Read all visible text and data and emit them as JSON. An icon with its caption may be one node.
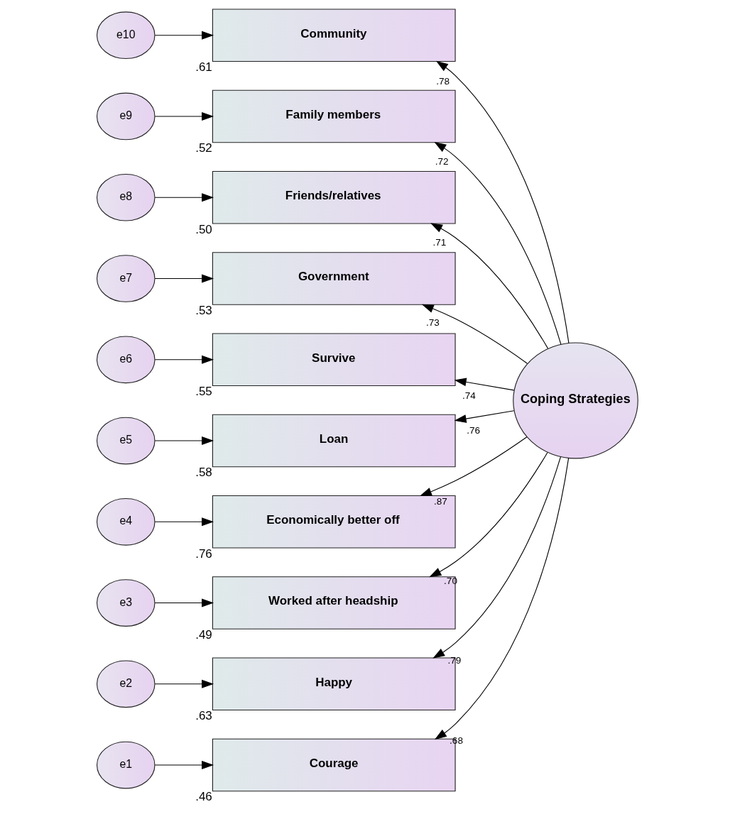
{
  "diagram": {
    "nodes": [
      {
        "text": [
          "e10"
        ]
      },
      {
        "text": [
          "Community"
        ],
        "beside": [
          ".61"
        ]
      },
      {
        "text": [
          "e9"
        ]
      },
      {
        "text": [
          "Family members"
        ],
        "beside": [
          ".52"
        ]
      },
      {
        "text": [
          "e8"
        ]
      },
      {
        "text": [
          "Friends/relatives"
        ],
        "beside": [
          ".50"
        ]
      },
      {
        "text": [
          "e7"
        ]
      },
      {
        "text": [
          "Government"
        ],
        "beside": [
          ".53"
        ]
      },
      {
        "text": [
          "e6"
        ]
      },
      {
        "text": [
          "Survive"
        ],
        "beside": [
          ".55"
        ]
      },
      {
        "text": [
          "e5"
        ]
      },
      {
        "text": [
          "Loan"
        ],
        "beside": [
          ".58"
        ]
      },
      {
        "text": [
          "e4"
        ]
      },
      {
        "text": [
          "Economically better off"
        ],
        "beside": [
          ".76"
        ]
      },
      {
        "text": [
          "e3"
        ]
      },
      {
        "text": [
          "Worked after headship"
        ],
        "beside": [
          ".49"
        ]
      },
      {
        "text": [
          "e2"
        ]
      },
      {
        "text": [
          "Happy"
        ],
        "beside": [
          ".63"
        ]
      },
      {
        "text": [
          "e1"
        ]
      },
      {
        "text": [
          "Courage"
        ],
        "beside": [
          ".46"
        ]
      },
      {
        "text": [
          "Coping Strategies"
        ]
      }
    ],
    "edges": [
      {
        "from": 0,
        "to": 1,
        "arrow": "to"
      },
      {
        "from": 2,
        "to": 3,
        "arrow": "to"
      },
      {
        "from": 4,
        "to": 5,
        "arrow": "to"
      },
      {
        "from": 6,
        "to": 7,
        "arrow": "to"
      },
      {
        "from": 8,
        "to": 9,
        "arrow": "to"
      },
      {
        "from": 10,
        "to": 11,
        "arrow": "to"
      },
      {
        "from": 12,
        "to": 13,
        "arrow": "to"
      },
      {
        "from": 14,
        "to": 15,
        "arrow": "to"
      },
      {
        "from": 16,
        "to": 17,
        "arrow": "to"
      },
      {
        "from": 18,
        "to": 19,
        "arrow": "to"
      },
      {
        "from": 20,
        "to": 1,
        "arrow": "to",
        "label": ".78"
      },
      {
        "from": 20,
        "to": 3,
        "arrow": "to",
        "label": ".72"
      },
      {
        "from": 20,
        "to": 5,
        "arrow": "to",
        "label": ".71"
      },
      {
        "from": 20,
        "to": 7,
        "arrow": "to",
        "label": ".73"
      },
      {
        "from": 20,
        "to": 9,
        "arrow": "to",
        "label": ".74"
      },
      {
        "from": 20,
        "to": 11,
        "arrow": "to",
        "label": ".76"
      },
      {
        "from": 20,
        "to": 13,
        "arrow": "to",
        "label": ".87"
      },
      {
        "from": 20,
        "to": 15,
        "arrow": "to",
        "label": ".70"
      },
      {
        "from": 20,
        "to": 17,
        "arrow": "to",
        "label": ".79"
      },
      {
        "from": 20,
        "to": 19,
        "arrow": "to",
        "label": ".68"
      }
    ]
  }
}
